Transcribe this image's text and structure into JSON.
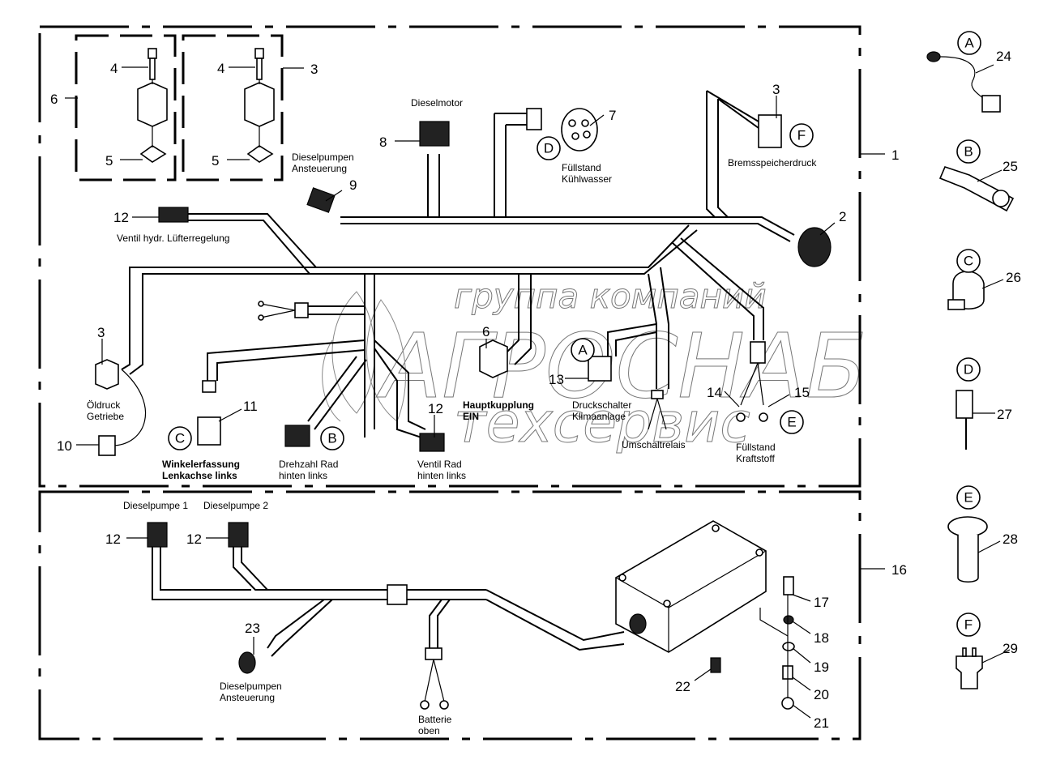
{
  "diagram": {
    "title": "Wiring harness parts diagram",
    "watermark": {
      "line1": "группа компаний",
      "line2": "АГРОСНАБ",
      "line3": "техсервис"
    },
    "callouts": {
      "n1": "1",
      "n2": "2",
      "n3a": "3",
      "n3b": "3",
      "n3c": "3",
      "n4a": "4",
      "n4b": "4",
      "n5a": "5",
      "n5b": "5",
      "n6a": "6",
      "n6b": "6",
      "n7": "7",
      "n8": "8",
      "n9": "9",
      "n10": "10",
      "n11": "11",
      "n12a": "12",
      "n12b": "12",
      "n12c": "12",
      "n12d": "12",
      "n13": "13",
      "n14": "14",
      "n15": "15",
      "n16": "16",
      "n17": "17",
      "n18": "18",
      "n19": "19",
      "n20": "20",
      "n21": "21",
      "n22": "22",
      "n23": "23",
      "n24": "24",
      "n25": "25",
      "n26": "26",
      "n27": "27",
      "n28": "28",
      "n29": "29"
    },
    "letters": {
      "A": "A",
      "B": "B",
      "C": "C",
      "D": "D",
      "E": "E",
      "F": "F"
    },
    "labels": {
      "dieselmotor": "Dieselmotor",
      "dieselpumpen_ansteuerung_1": "Dieselpumpen",
      "dieselpumpen_ansteuerung_2": "Ansteuerung",
      "fuellstand_kuehlwasser_1": "Füllstand",
      "fuellstand_kuehlwasser_2": "Kühlwasser",
      "bremsspeicherdruck": "Bremsspeicherdruck",
      "ventil_luefter": "Ventil hydr. Lüfterregelung",
      "oeldruck_1": "Öldruck",
      "oeldruck_2": "Getriebe",
      "winkelerfassung_1": "Winkelerfassung",
      "winkelerfassung_2": "Lenkachse links",
      "drehzahl_1": "Drehzahl Rad",
      "drehzahl_2": "hinten links",
      "ventil_rad_1": "Ventil Rad",
      "ventil_rad_2": "hinten links",
      "hauptkupplung_1": "Hauptkupplung",
      "hauptkupplung_2": "EIN",
      "druckschalter_1": "Druckschalter",
      "druckschalter_2": "Klimaanlage",
      "umschaltrelais": "Umschaltrelais",
      "fuellstand_kraftstoff_1": "Füllstand",
      "fuellstand_kraftstoff_2": "Kraftstoff",
      "dieselpumpe1": "Dieselpumpe 1",
      "dieselpumpe2": "Dieselpumpe 2",
      "dieselpumpen2_1": "Dieselpumpen",
      "dieselpumpen2_2": "Ansteuerung",
      "batterie_1": "Batterie",
      "batterie_2": "oben"
    }
  }
}
